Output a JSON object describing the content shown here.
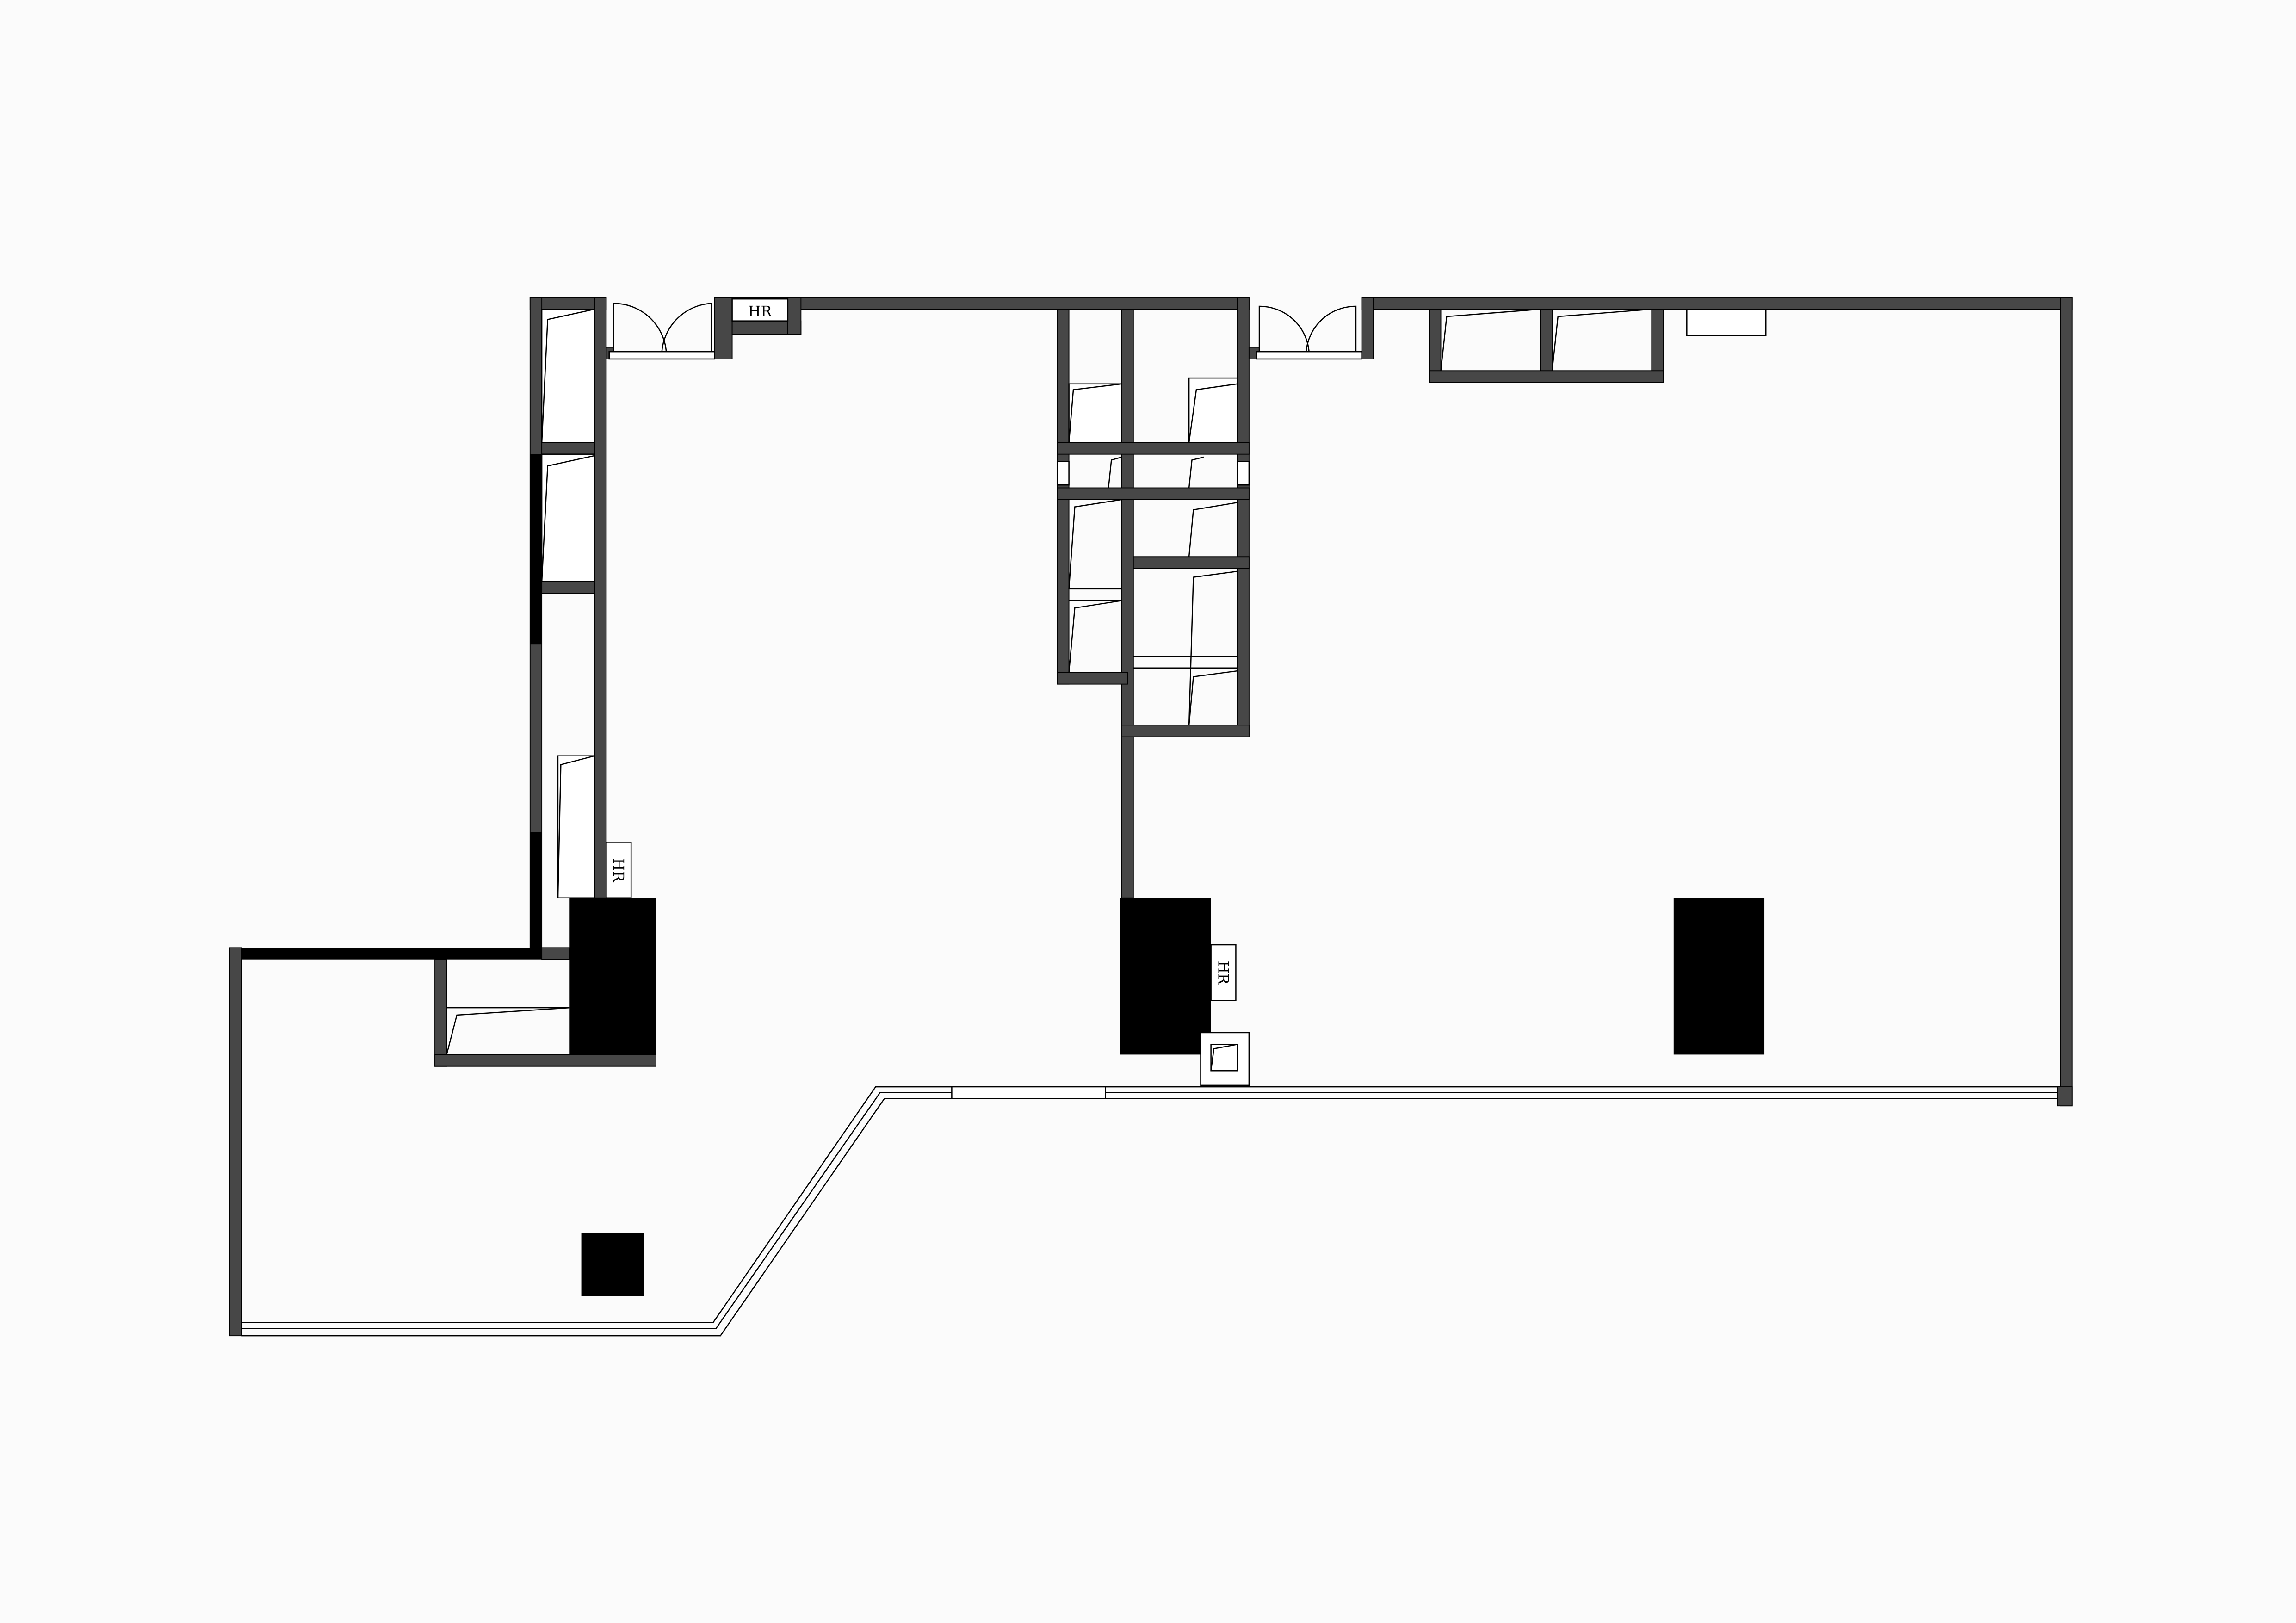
{
  "title": "Floor plan",
  "labels": {
    "hr_top": "HR",
    "hr_left": "HR",
    "hr_center": "HR"
  },
  "colors": {
    "background": "#fbfbfb",
    "wall": "#474747",
    "column": "#000000"
  }
}
